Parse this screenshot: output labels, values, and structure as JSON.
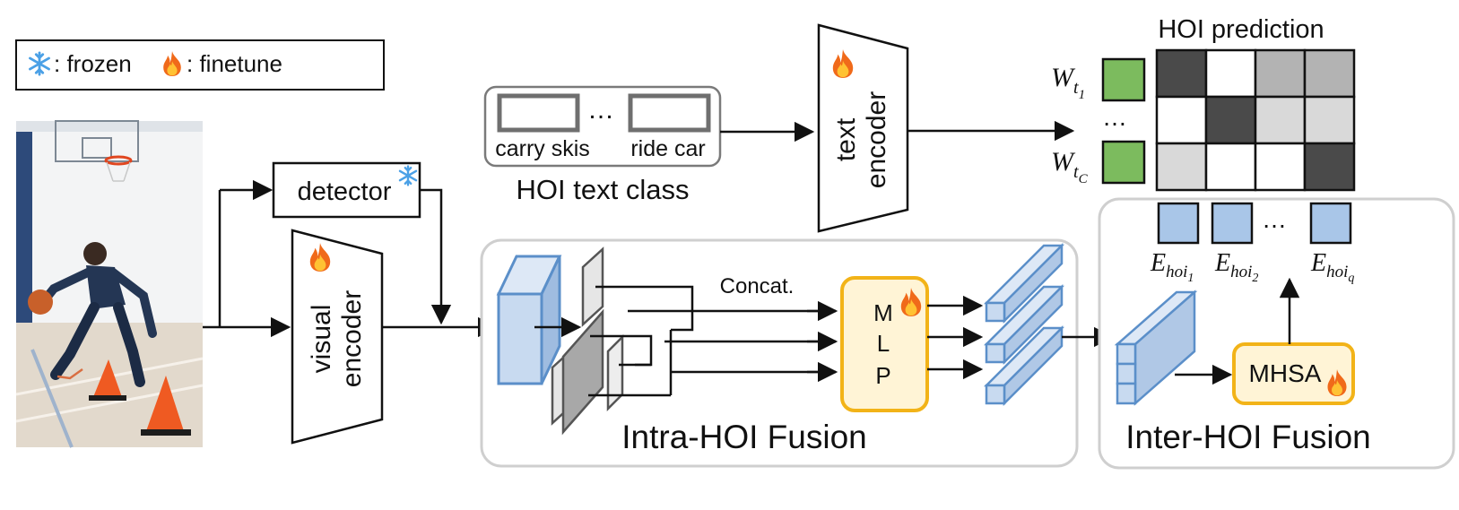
{
  "legend": {
    "frozen_label": ": frozen",
    "finetune_label": ": finetune"
  },
  "modules": {
    "detector": "detector",
    "visual_encoder": [
      "visual",
      "encoder"
    ],
    "text_encoder": [
      "text",
      "encoder"
    ],
    "mlp": [
      "M",
      "L",
      "P"
    ],
    "mhsa": "MHSA"
  },
  "text_class": {
    "items": [
      "carry skis",
      "ride car"
    ],
    "ellipsis": "…",
    "caption": "HOI text class"
  },
  "intra": {
    "concat_label": "Concat.",
    "title": "Intra-HOI Fusion"
  },
  "inter": {
    "title": "Inter-HOI Fusion",
    "embeddings": [
      {
        "base": "E",
        "sub": "hoi",
        "subsub": "1"
      },
      {
        "base": "E",
        "sub": "hoi",
        "subsub": "2"
      },
      {
        "base": "E",
        "sub": "hoi",
        "subsub": "q"
      }
    ],
    "ellipsis": "…"
  },
  "prediction": {
    "title": "HOI prediction",
    "weights": [
      {
        "base": "W",
        "sub": "t",
        "subsub": "1"
      },
      {
        "base": "W",
        "sub": "t",
        "subsub": "C"
      }
    ],
    "ellipsis": "…",
    "matrix": [
      [
        "#4a4a4a",
        "#ffffff",
        "#b3b3b3",
        "#b3b3b3"
      ],
      [
        "#ffffff",
        "#4a4a4a",
        "#d9d9d9",
        "#d9d9d9"
      ],
      [
        "#d9d9d9",
        "#ffffff",
        "#ffffff",
        "#4a4a4a"
      ]
    ]
  },
  "colors": {
    "blue_fill": "#b8cfe8",
    "blue_stroke": "#5b8fc9",
    "green": "#7cbb5e",
    "gold_stroke": "#f2b318",
    "gold_fill": "#fff4d6",
    "panel_stroke": "#cfcfcf"
  },
  "icons": {
    "frozen": "snowflake-icon",
    "finetune": "flame-icon"
  }
}
